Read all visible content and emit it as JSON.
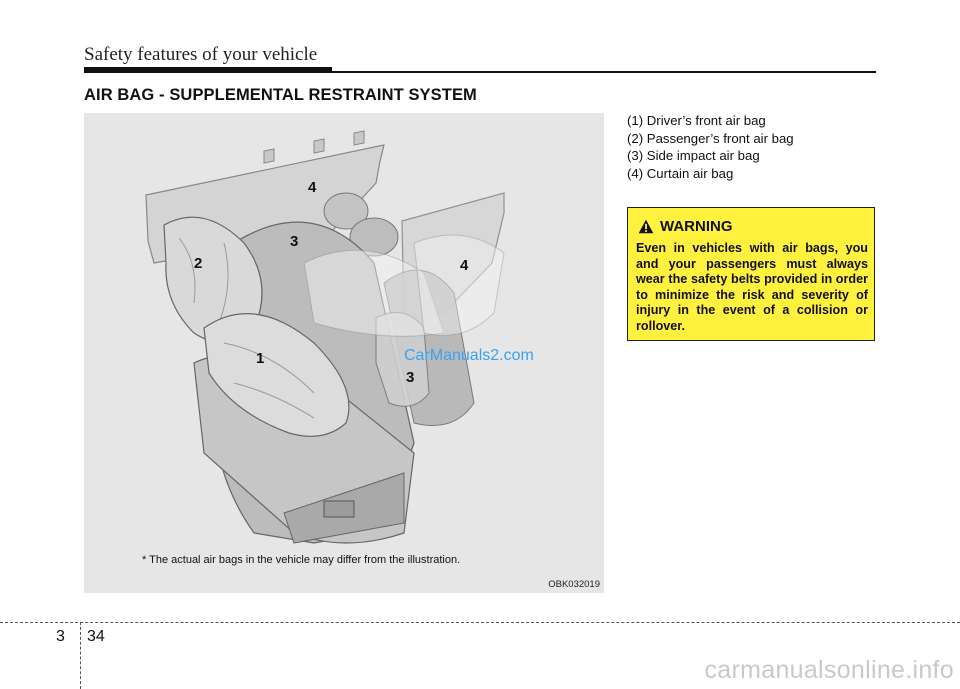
{
  "header": {
    "title": "Safety features of your vehicle"
  },
  "section": {
    "title": "AIR BAG - SUPPLEMENTAL RESTRAINT SYSTEM"
  },
  "illustration": {
    "labels": [
      "1",
      "2",
      "3",
      "3",
      "4",
      "4"
    ],
    "caption": "* The actual air bags in the vehicle may differ from the illustration.",
    "code": "OBK032019",
    "watermark": "CarManuals2.com"
  },
  "legend": [
    "(1) Driver’s front air bag",
    "(2) Passenger’s front air bag",
    "(3) Side impact air bag",
    "(4) Curtain air bag"
  ],
  "warning": {
    "title": "WARNING",
    "text": "Even in vehicles with air bags, you and your passengers must always wear the safety belts provided in order to minimize the risk and severity of injury in the event of a collision or rollover.",
    "color": "#fff13e"
  },
  "footer": {
    "chapter": "3",
    "page": "34",
    "site": "carmanualsonline.info"
  }
}
